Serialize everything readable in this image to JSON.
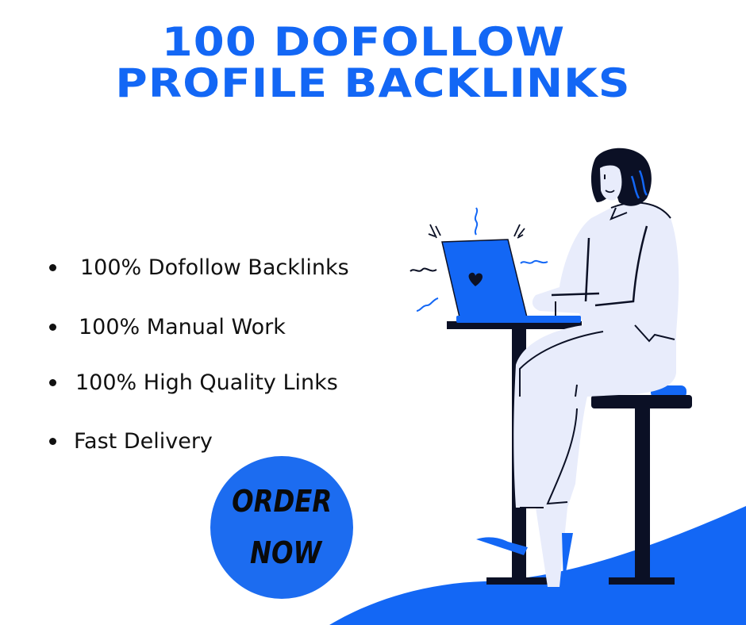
{
  "headline": {
    "line1": "100  DOFOLLOW",
    "line2": "PROFILE BACKLINKS"
  },
  "features": [
    {
      "label": "100% Dofollow Backlinks"
    },
    {
      "label": "100% Manual Work"
    },
    {
      "label": "100% High Quality Links"
    },
    {
      "label": "Fast Delivery"
    }
  ],
  "cta": {
    "line1": "ORDER",
    "line2": "NOW"
  },
  "illustration": {
    "subject": "woman-working-on-laptop-at-desk",
    "icons": [
      "heart-icon"
    ]
  },
  "colors": {
    "brand_blue": "#1367f5",
    "cta_blue": "#1c6cf0",
    "ink": "#0b1025",
    "figure_fill": "#e8ecfb",
    "background": "#ffffff"
  }
}
